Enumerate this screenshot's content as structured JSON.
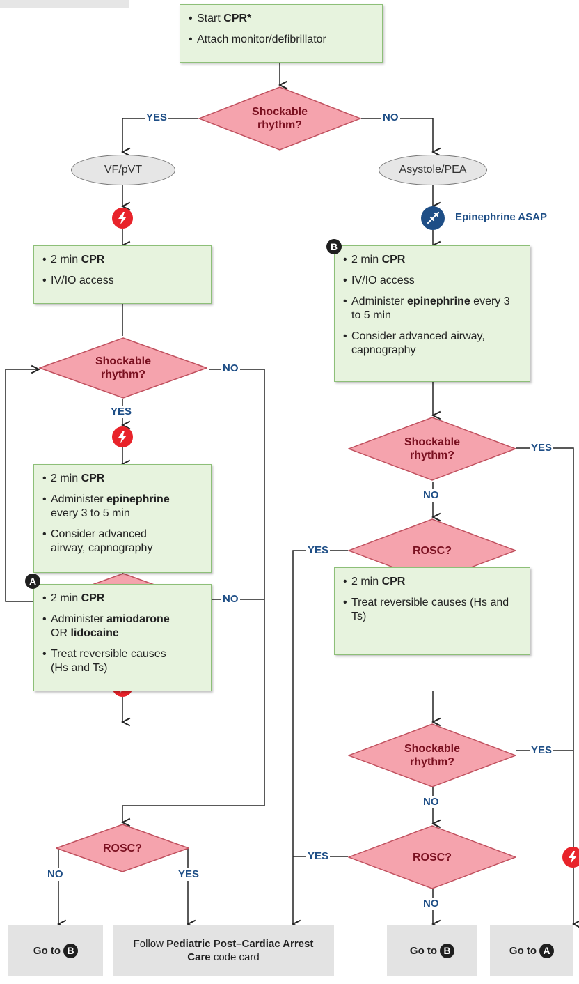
{
  "start_box": {
    "items": [
      [
        {
          "t": "Start "
        },
        {
          "t": "CPR*",
          "b": true
        }
      ],
      [
        {
          "t": "Attach monitor/defibrillator"
        }
      ]
    ]
  },
  "decisions": {
    "shockable": "Shockable rhythm?",
    "rosc": "ROSC?"
  },
  "labels": {
    "yes": "YES",
    "no": "NO"
  },
  "ovals": {
    "left": "VF/pVT",
    "right": "Asystole/PEA"
  },
  "epinephrine_label": "Epinephrine ASAP",
  "boxes": {
    "left1": [
      [
        {
          "t": "2 min "
        },
        {
          "t": "CPR",
          "b": true
        }
      ],
      [
        {
          "t": "IV/IO access"
        }
      ]
    ],
    "left2": [
      [
        {
          "t": "2 min "
        },
        {
          "t": "CPR",
          "b": true
        }
      ],
      [
        {
          "t": "Administer "
        },
        {
          "t": "epinephrine",
          "b": true
        },
        {
          "t": " every 3 to 5 min"
        }
      ],
      [
        {
          "t": "Consider advanced airway, capnography"
        }
      ]
    ],
    "left3": [
      [
        {
          "t": "2 min "
        },
        {
          "t": "CPR",
          "b": true
        }
      ],
      [
        {
          "t": "Administer "
        },
        {
          "t": "amiodarone",
          "b": true
        },
        {
          "t": " OR "
        },
        {
          "t": "lidocaine",
          "b": true
        }
      ],
      [
        {
          "t": "Treat reversible causes (Hs and Ts)"
        }
      ]
    ],
    "right1": [
      [
        {
          "t": "2 min "
        },
        {
          "t": "CPR",
          "b": true
        }
      ],
      [
        {
          "t": "IV/IO access"
        }
      ],
      [
        {
          "t": "Administer "
        },
        {
          "t": "epinephrine",
          "b": true
        },
        {
          "t": " every 3 to 5 min"
        }
      ],
      [
        {
          "t": "Consider advanced airway, capnography"
        }
      ]
    ],
    "right2": [
      [
        {
          "t": "2 min "
        },
        {
          "t": "CPR",
          "b": true
        }
      ],
      [
        {
          "t": "Treat reversible causes (Hs and Ts)"
        }
      ]
    ]
  },
  "badges": {
    "a": "A",
    "b": "B"
  },
  "goto": {
    "prefix": "Go to",
    "follow": [
      {
        "t": "Follow "
      },
      {
        "t": "Pediatric Post–Cardiac Arrest Care",
        "b": true
      },
      {
        "t": " code card"
      }
    ]
  },
  "colors": {
    "box_fill": "#e7f3de",
    "box_border": "#8dbf78",
    "decision_fill": "#f5a3ad",
    "decision_border": "#c0505e",
    "label_blue": "#1e4e86",
    "shock_red": "#e8232a"
  },
  "icons": {
    "shock": "lightning-icon",
    "drug": "syringe-icon"
  }
}
